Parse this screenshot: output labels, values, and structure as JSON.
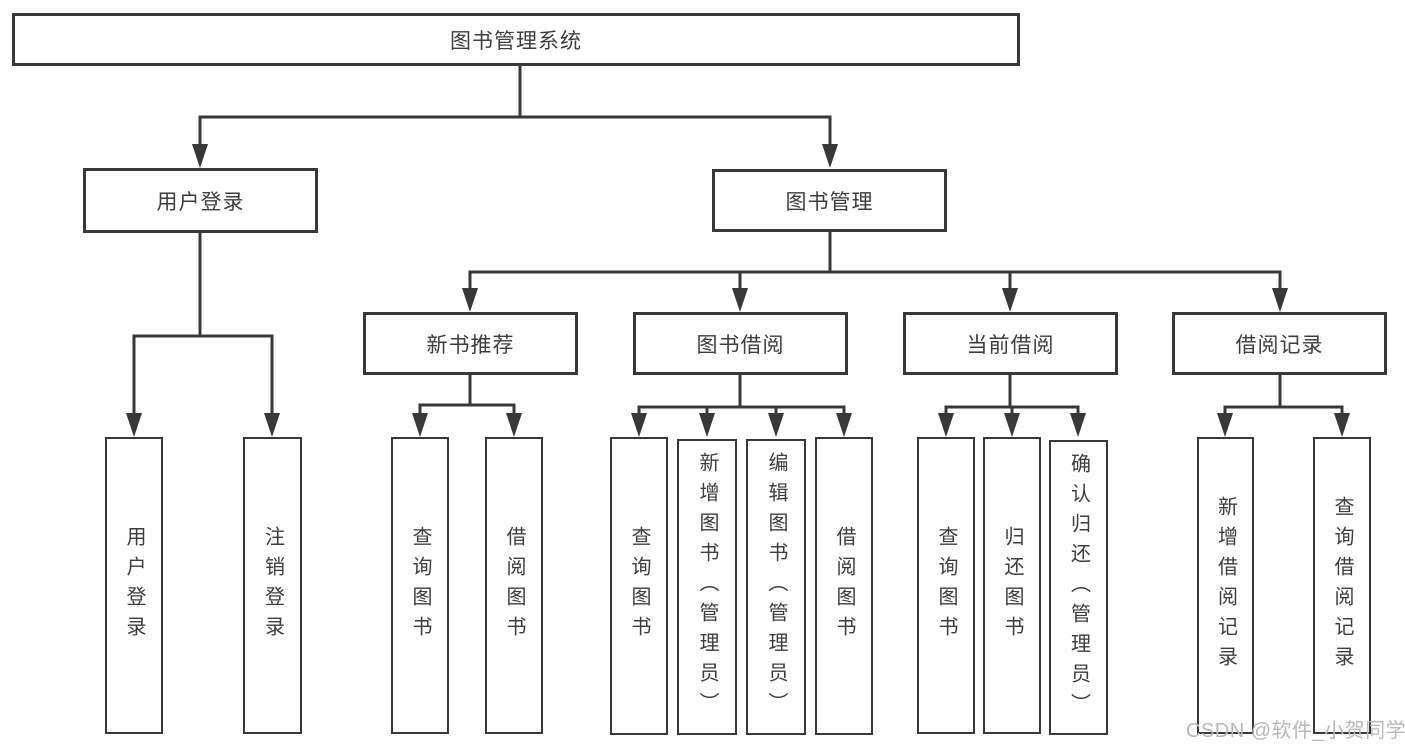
{
  "diagram": {
    "title": "图书管理系统",
    "branches": {
      "user_login": {
        "label": "用户登录",
        "children": [
          "用户登录",
          "注销登录"
        ]
      },
      "book_management": {
        "label": "图书管理",
        "sections": [
          {
            "label": "新书推荐",
            "children": [
              "查询图书",
              "借阅图书"
            ]
          },
          {
            "label": "图书借阅",
            "children": [
              "查询图书",
              "新增图书（管理员）",
              "编辑图书（管理员）",
              "借阅图书"
            ]
          },
          {
            "label": "当前借阅",
            "children": [
              "查询图书",
              "归还图书",
              "确认归还（管理员）"
            ]
          },
          {
            "label": "借阅记录",
            "children": [
              "新增借阅记录",
              "查询借阅记录"
            ]
          }
        ]
      }
    }
  },
  "watermark": {
    "text": "CSDN @软件_小贺同学"
  },
  "colors": {
    "line": "#383838",
    "box_border": "#383838",
    "text": "#3d3d3d",
    "watermark": "#b8b8b8",
    "background": "#ffffff"
  }
}
